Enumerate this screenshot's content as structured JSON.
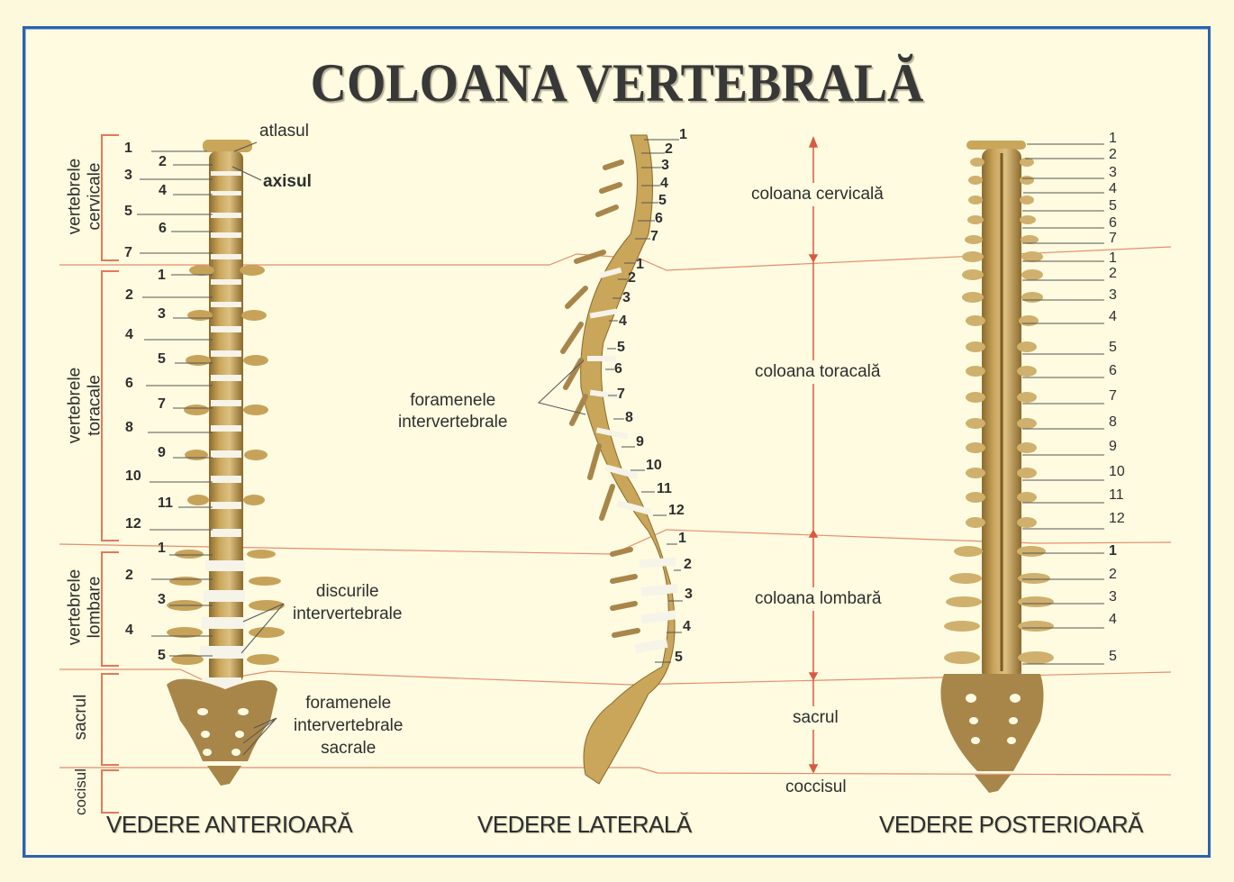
{
  "title": "COLOANA VERTEBRALĂ",
  "colors": {
    "frame_border": "#2c63ad",
    "background": "#fefbe0",
    "divider_lines": "#e07a5a",
    "bone": "#c9a65a",
    "bone_dark": "#8c6a2e",
    "disc": "#f4f1e4",
    "leader_lines": "#555555"
  },
  "views": {
    "anterior": {
      "caption": "VEDERE ANTERIOARĂ",
      "top_labels": {
        "atlas": "atlasul",
        "axis": "axisul"
      },
      "groups": [
        {
          "name": "vertebrele cervicale",
          "line1": "vertebrele",
          "line2": "cervicale",
          "numbers": [
            "1",
            "2",
            "3",
            "4",
            "5",
            "6",
            "7"
          ]
        },
        {
          "name": "vertebrele toracale",
          "line1": "vertebrele",
          "line2": "toracale",
          "numbers": [
            "1",
            "2",
            "3",
            "4",
            "5",
            "6",
            "7",
            "8",
            "9",
            "10",
            "11",
            "12"
          ]
        },
        {
          "name": "vertebrele lombare",
          "line1": "vertebrele",
          "line2": "lombare",
          "numbers": [
            "1",
            "2",
            "3",
            "4",
            "5"
          ]
        },
        {
          "name": "sacrul",
          "line1": "sacrul",
          "line2": "",
          "numbers": []
        },
        {
          "name": "cocisul",
          "line1": "cocisul",
          "line2": "",
          "numbers": []
        }
      ],
      "annotations": {
        "discs_line1": "discurile",
        "discs_line2": "intervertebrale",
        "sacral_foramina_line1": "foramenele",
        "sacral_foramina_line2": "intervertebrale",
        "sacral_foramina_line3": "sacrale"
      }
    },
    "lateral": {
      "caption": "VEDERE LATERALĂ",
      "cervical_numbers": [
        "1",
        "2",
        "3",
        "4",
        "5",
        "6",
        "7"
      ],
      "thoracic_numbers": [
        "1",
        "2",
        "3",
        "4",
        "5",
        "6",
        "7",
        "8",
        "9",
        "10",
        "11",
        "12"
      ],
      "lumbar_numbers": [
        "1",
        "2",
        "3",
        "4",
        "5"
      ],
      "annotations": {
        "foramina_line1": "foramenele",
        "foramina_line2": "intervertebrale"
      }
    },
    "posterior": {
      "caption": "VEDERE POSTERIOARĂ",
      "cervical_numbers": [
        "1",
        "2",
        "3",
        "4",
        "5",
        "6",
        "7"
      ],
      "thoracic_numbers": [
        "1",
        "2",
        "3",
        "4",
        "5",
        "6",
        "7",
        "8",
        "9",
        "10",
        "11",
        "12"
      ],
      "lumbar_numbers": [
        "1",
        "2",
        "3",
        "4",
        "5"
      ]
    }
  },
  "regions": {
    "cervical": "coloana cervicală",
    "thoracic": "coloana toracală",
    "lumbar": "coloana lombară",
    "sacrum": "sacrul",
    "coccyx": "coccisul"
  }
}
